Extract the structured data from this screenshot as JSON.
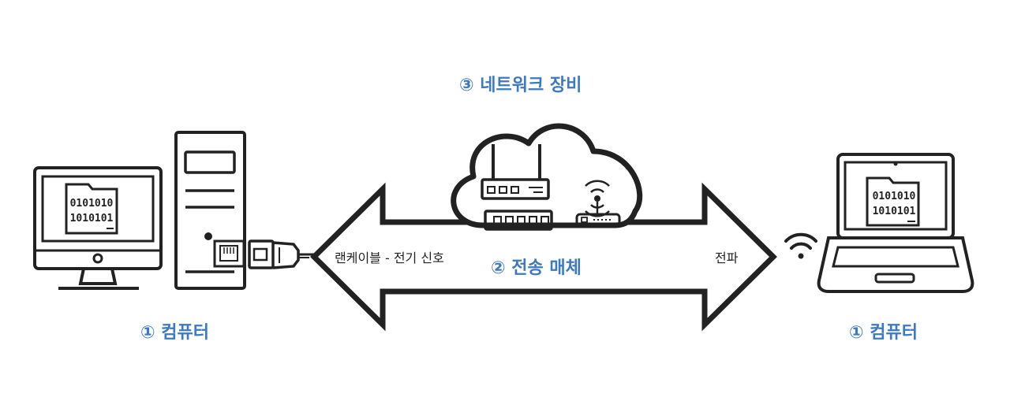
{
  "labels": {
    "network_equipment": "③ 네트워크 장비",
    "transmission_medium": "② 전송 매체",
    "computer_left": "① 컴퓨터",
    "computer_right": "① 컴퓨터",
    "lan_cable": "랜케이블 - 전기 신호",
    "radio_wave": "전파"
  },
  "binary": {
    "line1": "0101010",
    "line2": "1010101"
  },
  "colors": {
    "accent": "#3d79c2",
    "stroke": "#222222",
    "background": "#ffffff"
  },
  "icons": [
    "desktop-monitor-icon",
    "pc-tower-icon",
    "ethernet-plug-icon",
    "cloud-icon",
    "router-icon",
    "switch-icon",
    "wireless-ap-icon",
    "wifi-icon",
    "laptop-icon"
  ]
}
